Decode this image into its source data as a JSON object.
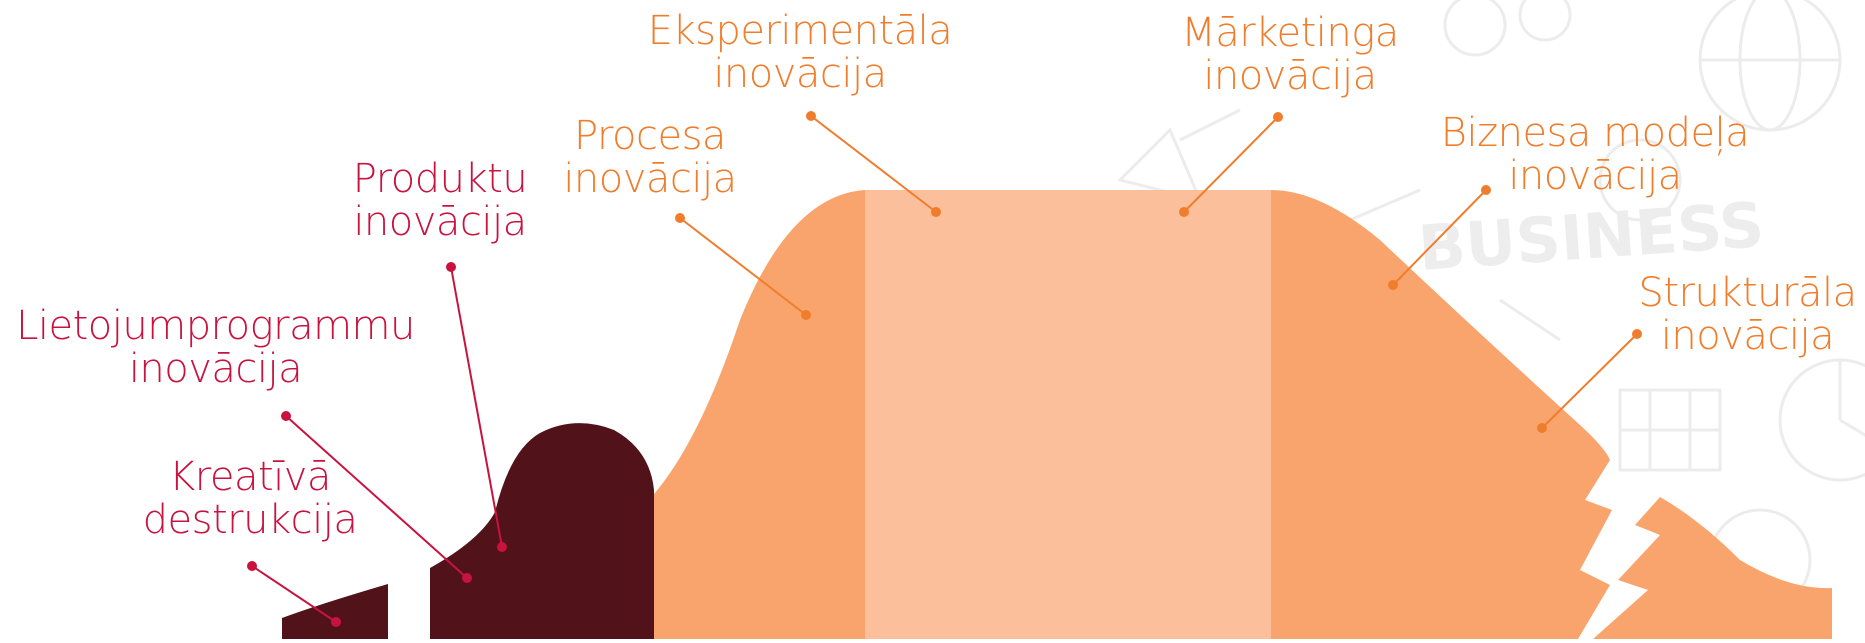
{
  "colors": {
    "dark": "#521219",
    "orange_strong": "#f9a46c",
    "orange_light": "#fbbf9b",
    "red_text": "#c8133f",
    "orange_text": "#f07d2c",
    "background_doodle": "#eeeeee"
  },
  "background": {
    "doodle_text": "BUSINESS"
  },
  "labels": {
    "kreativa": {
      "line1": "Kreatīvā",
      "line2": "destrukcija"
    },
    "lietojum": {
      "line1": "Lietojumprogrammu",
      "line2": "inovācija"
    },
    "produktu": {
      "line1": "Produktu",
      "line2": "inovācija"
    },
    "procesa": {
      "line1": "Procesa",
      "line2": "inovācija"
    },
    "eksperimentala": {
      "line1": "Eksperimentāla",
      "line2": "inovācija"
    },
    "marketinga": {
      "line1": "Mārketinga",
      "line2": "inovācija"
    },
    "biznesa": {
      "line1": "Biznesa modeļa",
      "line2": "inovācija"
    },
    "strukturala": {
      "line1": "Strukturāla",
      "line2": "inovācija"
    }
  }
}
